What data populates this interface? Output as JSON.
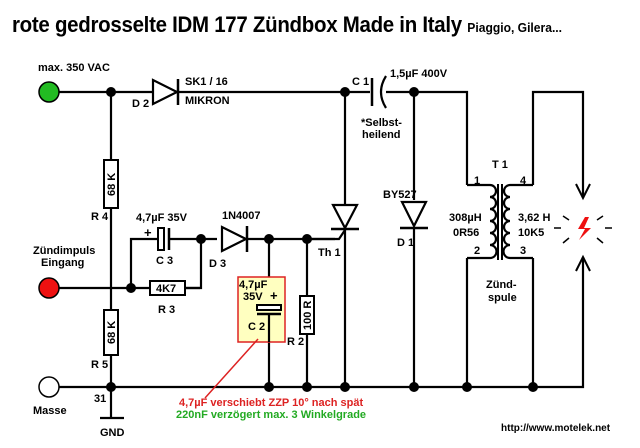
{
  "title": {
    "main": "rote gedrosselte IDM 177 Zündbox  Made in Italy",
    "sub": "Piaggio, Gilera..."
  },
  "terminals": {
    "supply": {
      "label": "max. 350 VAC",
      "color": "#22bb22"
    },
    "trigger": {
      "label_line1": "Zündimpuls",
      "label_line2": "Eingang",
      "color": "#ee1111"
    },
    "ground": {
      "label": "Masse",
      "color": "#ffffff",
      "pin": "31",
      "gnd": "GND"
    }
  },
  "components": {
    "D2": {
      "ref": "D 2",
      "part1": "SK1 / 16",
      "part2": "MIKRON"
    },
    "C1": {
      "ref": "C 1",
      "value": "1,5µF 400V",
      "note1": "*Selbst-",
      "note2": "heilend"
    },
    "R4": {
      "ref": "R 4",
      "value": "68 K"
    },
    "R5": {
      "ref": "R 5",
      "value": "68 K"
    },
    "C3": {
      "ref": "C 3",
      "value": "4,7µF 35V",
      "polarity": "+"
    },
    "D3": {
      "ref": "D 3",
      "part": "1N4007"
    },
    "R3": {
      "ref": "R 3",
      "value": "4K7"
    },
    "C2": {
      "ref": "C 2",
      "value1": "4,7µF",
      "value2": "35V",
      "polarity": "+",
      "highlight_fill": "#ffffc0",
      "highlight_border": "#dd2222"
    },
    "R2": {
      "ref": "R 2",
      "value": "100 R"
    },
    "Th1": {
      "ref": "Th 1"
    },
    "D1": {
      "ref": "D 1",
      "part": "BY527"
    },
    "T1": {
      "ref": "T 1",
      "pin1": "1",
      "pin2": "2",
      "pin3": "3",
      "pin4": "4",
      "primary1": "308µH",
      "primary2": "0R56",
      "secondary1": "3,62 H",
      "secondary2": "10K5",
      "name1": "Zünd-",
      "name2": "spule"
    }
  },
  "notes": {
    "red": {
      "text": "4,7µF verschiebt ZZP 10° nach spät",
      "color": "#dd2222"
    },
    "green": {
      "text": "220nF verzögert max. 3 Winkelgrade",
      "color": "#22aa22"
    }
  },
  "footer": {
    "url": "http://www.motelek.net"
  },
  "spark_icon_color": "#ee1111"
}
